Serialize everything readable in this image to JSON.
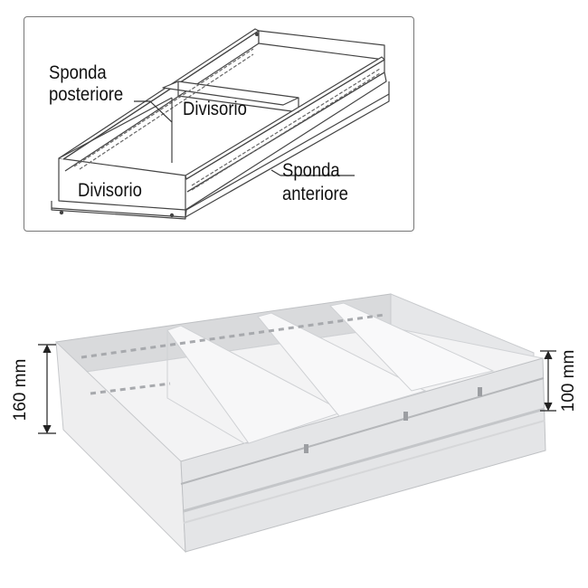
{
  "diagram": {
    "labels": {
      "rear_side_line1": "Sponda",
      "rear_side_line2": "posteriore",
      "divider_top": "Divisorio",
      "divider_bottom": "Divisorio",
      "front_side_line1": "Sponda",
      "front_side_line2": "anteriore"
    },
    "dimensions": {
      "rear_height": "160 mm",
      "front_height": "100 mm"
    }
  }
}
